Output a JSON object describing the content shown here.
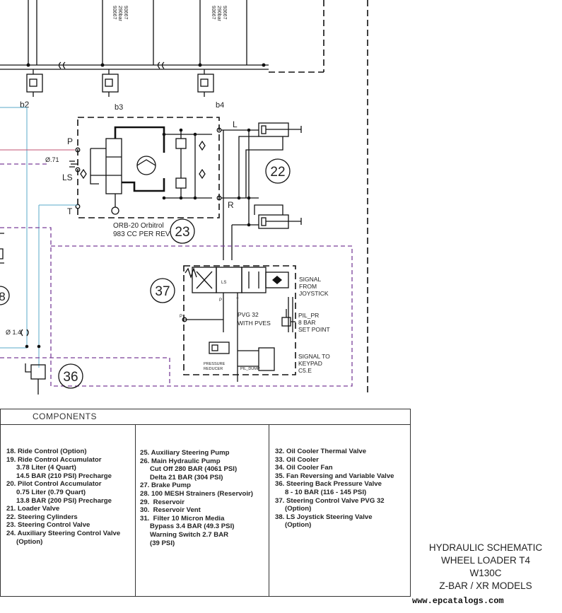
{
  "labels": {
    "b2": "b2",
    "b3": "b3",
    "b4": "b4",
    "P": "P",
    "LS": "LS",
    "T": "T",
    "L": "L",
    "R": "R",
    "orifice": "Ø.71",
    "orifice2": "Ø 1.4",
    "orbitrol_line1": "ORB-20 Orbitrol",
    "orbitrol_line2": "983 CC PER REV",
    "signal_joystick": [
      "SIGNAL",
      "FROM",
      "JOYSTICK"
    ],
    "pvg_line1": "PVG 32",
    "pvg_line2": "WITH PVES",
    "pil_pr": [
      "PIL_PR",
      "8 BAR",
      "SET POINT"
    ],
    "signal_keypad": [
      "SIGNAL TO",
      "KEYPAD",
      "C5.E"
    ],
    "pressure_reducer": [
      "PRESSURE",
      "REDUCER"
    ],
    "pil_dump": "PIL_DUMP",
    "valve_ls": "LS",
    "port_p": "P",
    "port_t": "T",
    "port_p2": "P",
    "top_text_1": [
      "93667",
      "290bar",
      "93667"
    ],
    "top_text_2": [
      "93667",
      "290bar",
      "93667"
    ],
    "callout_22": "22",
    "callout_23": "23",
    "callout_37": "37",
    "callout_36": "36",
    "callout_8": "8"
  },
  "components": {
    "header": "COMPONENTS",
    "col1": [
      {
        "t": "18. Ride Control (Option)"
      },
      {
        "t": "19. Ride Control Accumulator"
      },
      {
        "t": "3.78 Liter (4 Quart)",
        "sub": true
      },
      {
        "t": "14.5 BAR (210 PSI) Precharge",
        "sub": true
      },
      {
        "t": "20. Pilot Control Accumulator"
      },
      {
        "t": "0.75 Liter (0.79 Quart)",
        "sub": true
      },
      {
        "t": "13.8 BAR (200 PSI) Precharge",
        "sub": true
      },
      {
        "t": "21. Loader Valve"
      },
      {
        "t": "22. Steering Cylinders"
      },
      {
        "t": "23. Steering Control Valve"
      },
      {
        "t": "24. Auxiliary Steering Control Valve"
      },
      {
        "t": "(Option)",
        "sub": true
      }
    ],
    "col2": [
      {
        "t": "25. Auxiliary Steering Pump"
      },
      {
        "t": "26. Main Hydraulic Pump"
      },
      {
        "t": "Cut Off 280 BAR (4061 PSI)",
        "sub": true
      },
      {
        "t": "Delta 21 BAR (304 PSI)",
        "sub": true
      },
      {
        "t": "27. Brake Pump"
      },
      {
        "t": "28. 100 MESH Strainers (Reservoir)"
      },
      {
        "t": "29.  Reservoir"
      },
      {
        "t": "30.  Reservoir Vent"
      },
      {
        "t": "31.  Filter 10 Micron Media"
      },
      {
        "t": "Bypass 3.4 BAR (49.3 PSI)",
        "sub": true
      },
      {
        "t": "Warning Switch 2.7 BAR",
        "sub": true
      },
      {
        "t": "(39 PSI)",
        "sub": true
      }
    ],
    "col3": [
      {
        "t": "32. Oil Cooler Thermal Valve"
      },
      {
        "t": "33. Oil Cooler"
      },
      {
        "t": "34. Oil Cooler Fan"
      },
      {
        "t": "35. Fan Reversing and Variable Valve"
      },
      {
        "t": "36. Steering Back Pressure Valve"
      },
      {
        "t": "8 - 10 BAR (116 - 145 PSI)",
        "sub": true
      },
      {
        "t": "37. Steering Control Valve PVG 32"
      },
      {
        "t": "(Option)",
        "sub": true
      },
      {
        "t": "38. LS Joystick Steering Valve"
      },
      {
        "t": "(Option)",
        "sub": true
      }
    ]
  },
  "title": {
    "line1": "HYDRAULIC SCHEMATIC",
    "line2": "WHEEL LOADER T4",
    "line3": "W130C",
    "line4": "Z-BAR /  XR MODELS"
  },
  "watermark": "www.epcatalogs.com",
  "colors": {
    "line": "#111111",
    "pilot_blue": "#5aa8c8",
    "dashed_purple": "#7a3f99",
    "pink": "#c05070"
  }
}
